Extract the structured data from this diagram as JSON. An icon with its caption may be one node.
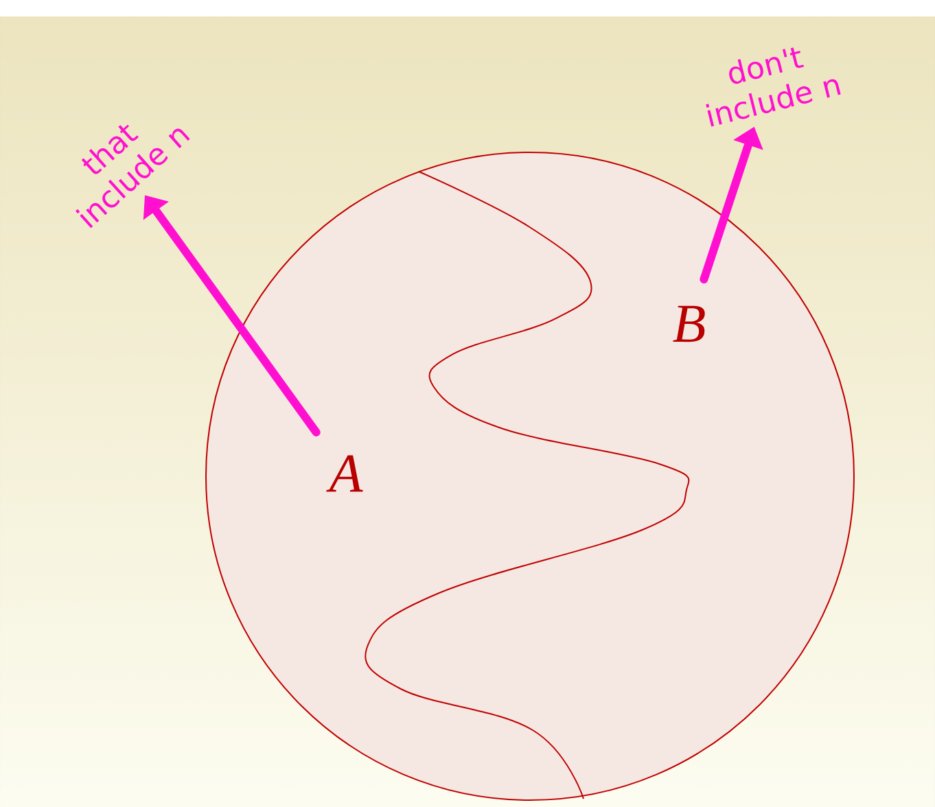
{
  "diagram": {
    "nodes": [
      {
        "text": [
          "A"
        ]
      },
      {
        "text": [
          "B"
        ]
      },
      {
        "text": [
          "that include n"
        ]
      },
      {
        "text": [
          "don't include n"
        ]
      }
    ],
    "edges": [
      {
        "from": 0,
        "to": 2,
        "arrow": "to"
      },
      {
        "from": 1,
        "to": 3,
        "arrow": "to"
      }
    ]
  }
}
